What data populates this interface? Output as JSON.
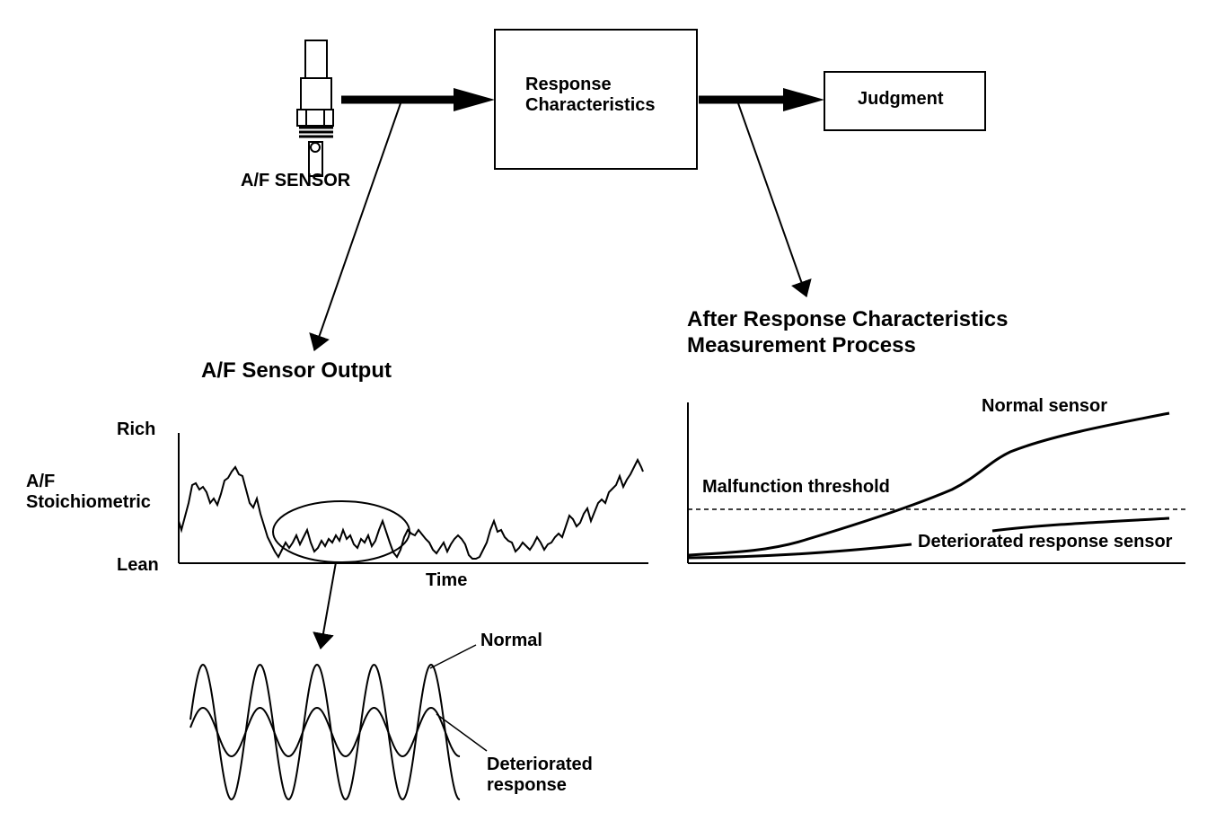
{
  "blocks": {
    "sensor_label": "A/F SENSOR",
    "response_box_line1": "Response",
    "response_box_line2": "Characteristics",
    "judgment_box": "Judgment"
  },
  "left_panel": {
    "title": "A/F Sensor Output",
    "y_tick_rich": "Rich",
    "y_label_line1": "A/F",
    "y_label_line2": "Stoichiometric",
    "y_tick_lean": "Lean",
    "x_label": "Time"
  },
  "zoom_panel": {
    "label_normal": "Normal",
    "label_deteriorated_line1": "Deteriorated",
    "label_deteriorated_line2": "response"
  },
  "right_panel": {
    "title_line1": "After Response Characteristics",
    "title_line2": "Measurement Process",
    "label_normal_sensor": "Normal sensor",
    "label_threshold": "Malfunction threshold",
    "label_deteriorated_sensor": "Deteriorated response sensor"
  }
}
